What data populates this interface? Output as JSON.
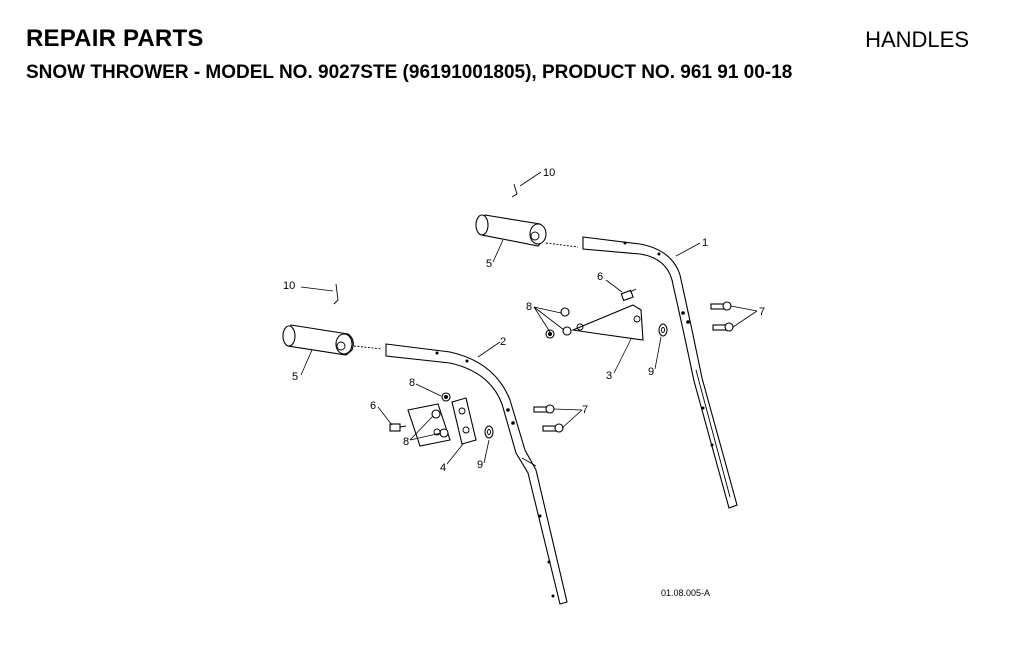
{
  "header": {
    "title": "REPAIR PARTS",
    "section": "HANDLES",
    "subtitle_prefix": "SNOW THROWER - MODEL NO. ",
    "model": "9027STE",
    "subtitle_suffix": " (96191001805), PRODUCT NO. 961 91 00-18"
  },
  "callouts": {
    "c1": "1",
    "c2": "2",
    "c3": "3",
    "c4": "4",
    "c5a": "5",
    "c5b": "5",
    "c6a": "6",
    "c6b": "6",
    "c7a": "7",
    "c7b": "7",
    "c8a": "8",
    "c8b": "8",
    "c8c": "8",
    "c9a": "9",
    "c9b": "9",
    "c10a": "10",
    "c10b": "10"
  },
  "figure_code": "01.08.005-A"
}
